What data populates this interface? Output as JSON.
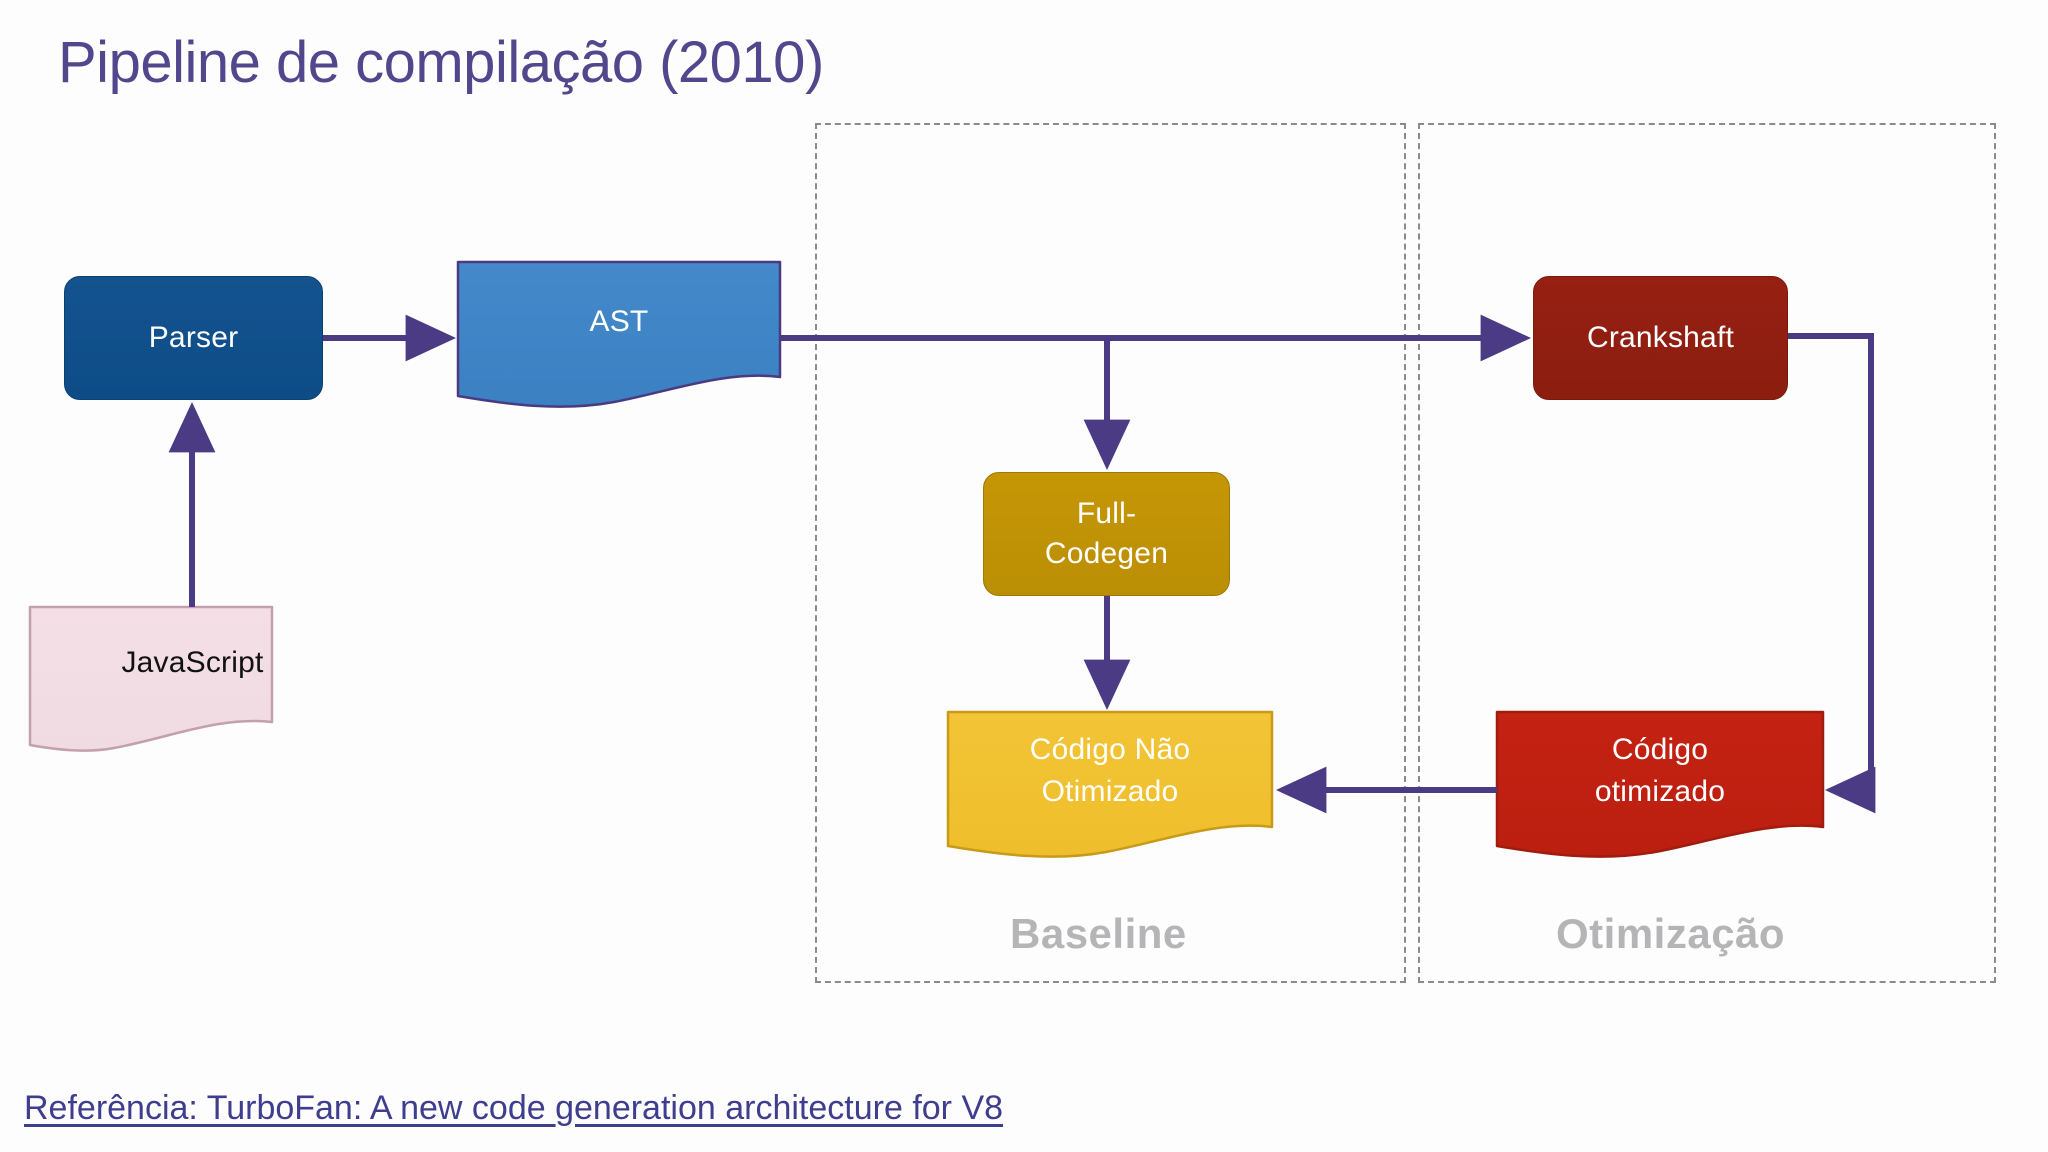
{
  "slide": {
    "title": "Pipeline de compilação (2010)",
    "title_color": "#52468c",
    "background": "#fdfdfd"
  },
  "groups": [
    {
      "id": "baseline",
      "label": "Baseline",
      "border_color": "#8a8a8f",
      "label_color": "#b5b5b8"
    },
    {
      "id": "otimizacao",
      "label": "Otimização",
      "border_color": "#8a8a8f",
      "label_color": "#b5b5b8"
    }
  ],
  "nodes": {
    "javascript": {
      "label": "JavaScript",
      "shape": "wave-document",
      "fill": "#f2dde3",
      "stroke": "#c3a0ab",
      "text_color": "#111111"
    },
    "parser": {
      "label": "Parser",
      "shape": "rounded-rect",
      "fill": "#0d4c87",
      "stroke": "#0b3f72",
      "text_color": "#ffffff"
    },
    "ast": {
      "label": "AST",
      "shape": "wave-document",
      "fill": "#3d85c6",
      "stroke": "#4a3a82",
      "text_color": "#ffffff"
    },
    "full_codegen": {
      "label": "Full-\nCodegen",
      "line1": "Full-",
      "line2": "Codegen",
      "shape": "rounded-rect",
      "fill": "#bb8f05",
      "stroke": "#9d7804",
      "text_color": "#ffffff"
    },
    "codigo_nao_otimizado": {
      "label": "Código Não Otimizado",
      "line1": "Código Não",
      "line2": "Otimizado",
      "shape": "wave-document",
      "fill": "#f0c030",
      "stroke": "#c99a17",
      "text_color": "#ffffff"
    },
    "crankshaft": {
      "label": "Crankshaft",
      "shape": "rounded-rect",
      "fill": "#8b1e10",
      "stroke": "#7a1a0e",
      "text_color": "#ffffff"
    },
    "codigo_otimizado": {
      "label": "Código otimizado",
      "line1": "Código",
      "line2": "otimizado",
      "shape": "wave-document",
      "fill": "#bf2010",
      "stroke": "#a01c0e",
      "text_color": "#ffffff"
    }
  },
  "edges": [
    {
      "from": "javascript",
      "to": "parser",
      "color": "#4b3a84"
    },
    {
      "from": "parser",
      "to": "ast",
      "color": "#4b3a84"
    },
    {
      "from": "ast",
      "to": "crankshaft",
      "color": "#4b3a84"
    },
    {
      "from": "ast",
      "to": "full_codegen",
      "color": "#4b3a84"
    },
    {
      "from": "full_codegen",
      "to": "codigo_nao_otimizado",
      "color": "#4b3a84"
    },
    {
      "from": "crankshaft",
      "to": "codigo_otimizado",
      "color": "#4b3a84"
    },
    {
      "from": "codigo_otimizado",
      "to": "codigo_nao_otimizado",
      "color": "#4b3a84"
    }
  ],
  "footer": {
    "reference_text": "Referência: TurboFan: A new code generation architecture for V8",
    "link_color": "#3f3d8e"
  }
}
